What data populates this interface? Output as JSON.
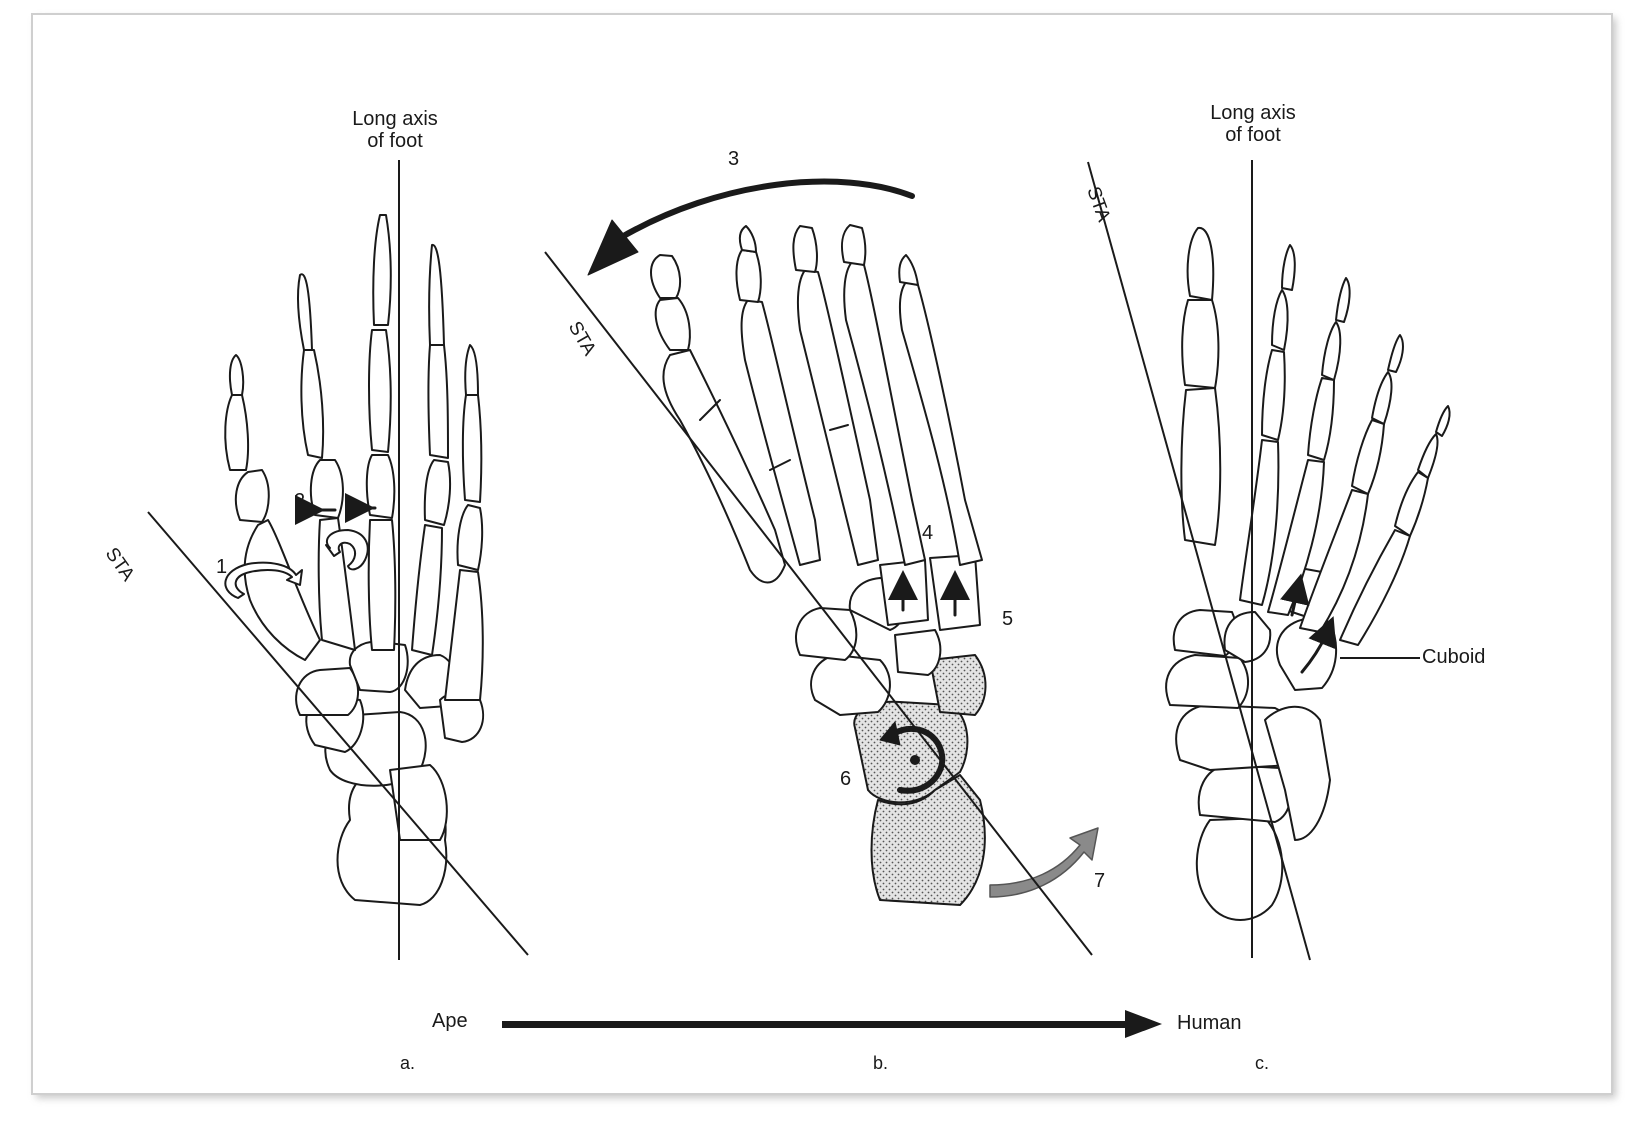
{
  "panels": [
    {
      "letter": "a.",
      "axis_label_line1": "Long axis",
      "axis_label_line2": "of foot",
      "sta": "STA",
      "markers": [
        "1",
        "2"
      ]
    },
    {
      "letter": "b.",
      "sta": "STA",
      "markers": [
        "3",
        "4",
        "5",
        "6",
        "7"
      ]
    },
    {
      "letter": "c.",
      "axis_label_line1": "Long axis",
      "axis_label_line2": "of foot",
      "sta": "STA",
      "callout": "Cuboid"
    }
  ],
  "evolution": {
    "from": "Ape",
    "to": "Human"
  },
  "colors": {
    "ink": "#1a1a1a",
    "bone_fill": "#ffffff",
    "shaded_bone": "#dcdcdc",
    "gray_arrow": "#8a8a8a"
  }
}
